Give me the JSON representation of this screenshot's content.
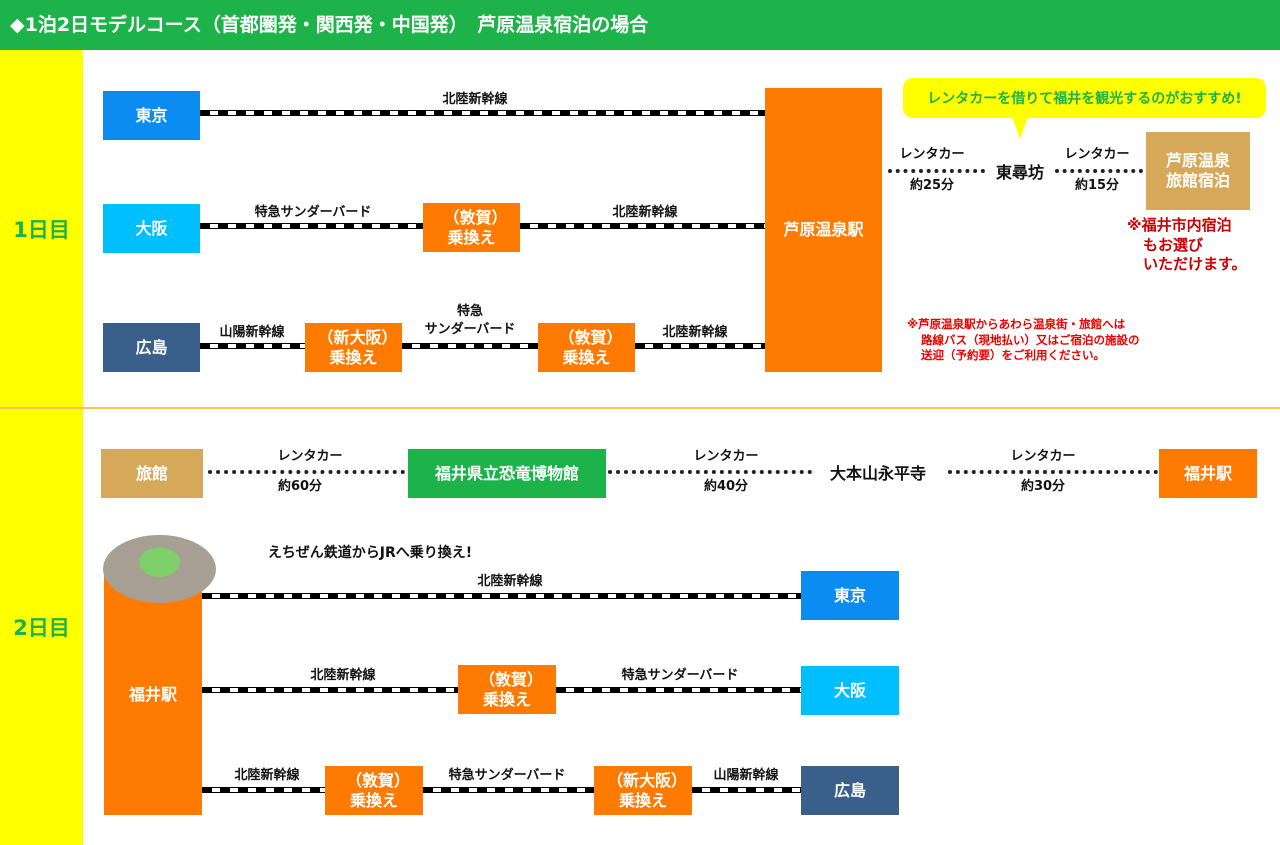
{
  "title": "◆1泊2日モデルコース（首都圏発・関西発・中国発）　芦原温泉宿泊の場合",
  "day1": {
    "label": "1日目",
    "tokyo": "東京",
    "osaka": "大阪",
    "hiroshima": "広島",
    "hokuriku": "北陸新幹線",
    "thunderbird": "特急サンダーバード",
    "thunderbird_l1": "特急",
    "thunderbird_l2": "サンダーバード",
    "sanyo": "山陽新幹線",
    "tsuruga": "（敦賀）乗換え",
    "shinosaka": "（新大阪）乗換え",
    "awara": "芦原温泉駅",
    "bubble": "レンタカーを借りて福井を観光するのがおすすめ!",
    "rentacar": "レンタカー",
    "t25": "約25分",
    "t15": "約15分",
    "tojinbo": "東尋坊",
    "ryokan": "芦原温泉旅館宿泊",
    "note_fukui": [
      "※福井市内宿泊",
      "もお選び",
      "いただけます。"
    ],
    "note_bus": [
      "※芦原温泉駅からあわら温泉街・旅館へは",
      "路線バス（現地払い）又はご宿泊の施設の",
      "送迎（予約要）をご利用ください。"
    ]
  },
  "day2": {
    "label": "2日目",
    "ryokan": "旅館",
    "museum": "福井県立恐竜博物館",
    "eiheiji": "大本山永平寺",
    "fukui": "福井駅",
    "rentacar": "レンタカー",
    "t60": "約60分",
    "t40": "約40分",
    "t30": "約30分",
    "transfer_note": "えちぜん鉄道からJRへ乗り換え!",
    "hokuriku": "北陸新幹線",
    "thunderbird": "特急サンダーバード",
    "sanyo": "山陽新幹線",
    "tsuruga": "（敦賀）乗換え",
    "shinosaka": "（新大阪）乗換え",
    "tokyo": "東京",
    "osaka": "大阪",
    "hiroshima": "広島"
  }
}
